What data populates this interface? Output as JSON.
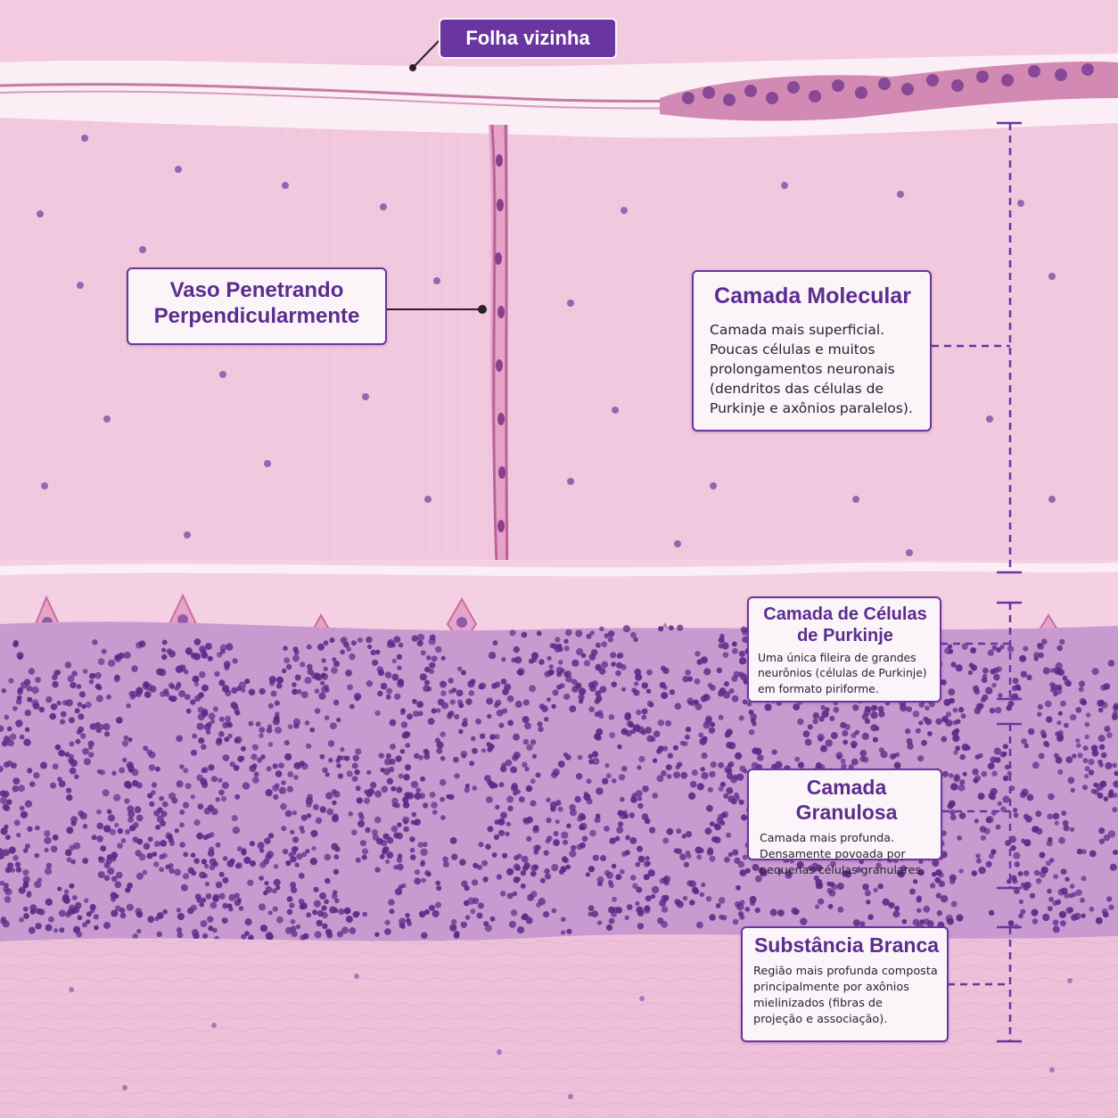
{
  "labels": {
    "neighbor_folium": "Folha vizinha",
    "vessel": {
      "line1": "Vaso Penetrando",
      "line2": "Perpendicularmente"
    },
    "molecular": {
      "title": "Camada Molecular",
      "desc": [
        "Camada mais superficial.",
        "Poucas células e muitos",
        "prolongamentos neuronais",
        "(dendritos das células de",
        "Purkinje e axônios paralelos)."
      ]
    },
    "purkinje": {
      "title_line1": "Camada de Células",
      "title_line2": "de Purkinje",
      "desc": [
        "Uma única fileira de grandes",
        "neurônios (células de Purkinje)",
        "em formato piriforme."
      ]
    },
    "granular": {
      "title": "Camada Granulosa",
      "desc": [
        "Camada mais profunda.",
        "Densamente povoada por",
        "pequenas células granulares."
      ]
    },
    "white_matter": {
      "title": "Substância Branca",
      "desc": [
        "Região mais profunda composta",
        "principalmente por axônios",
        "mielinizados (fibras de",
        "projeção e associação)."
      ]
    }
  },
  "colors": {
    "accent": "#6a35a0",
    "molecular_tissue": "#f1c6de",
    "granule_nucleus": "#5a2a86",
    "white_matter": "#efc0da",
    "pia_band": "#fbeef4"
  }
}
